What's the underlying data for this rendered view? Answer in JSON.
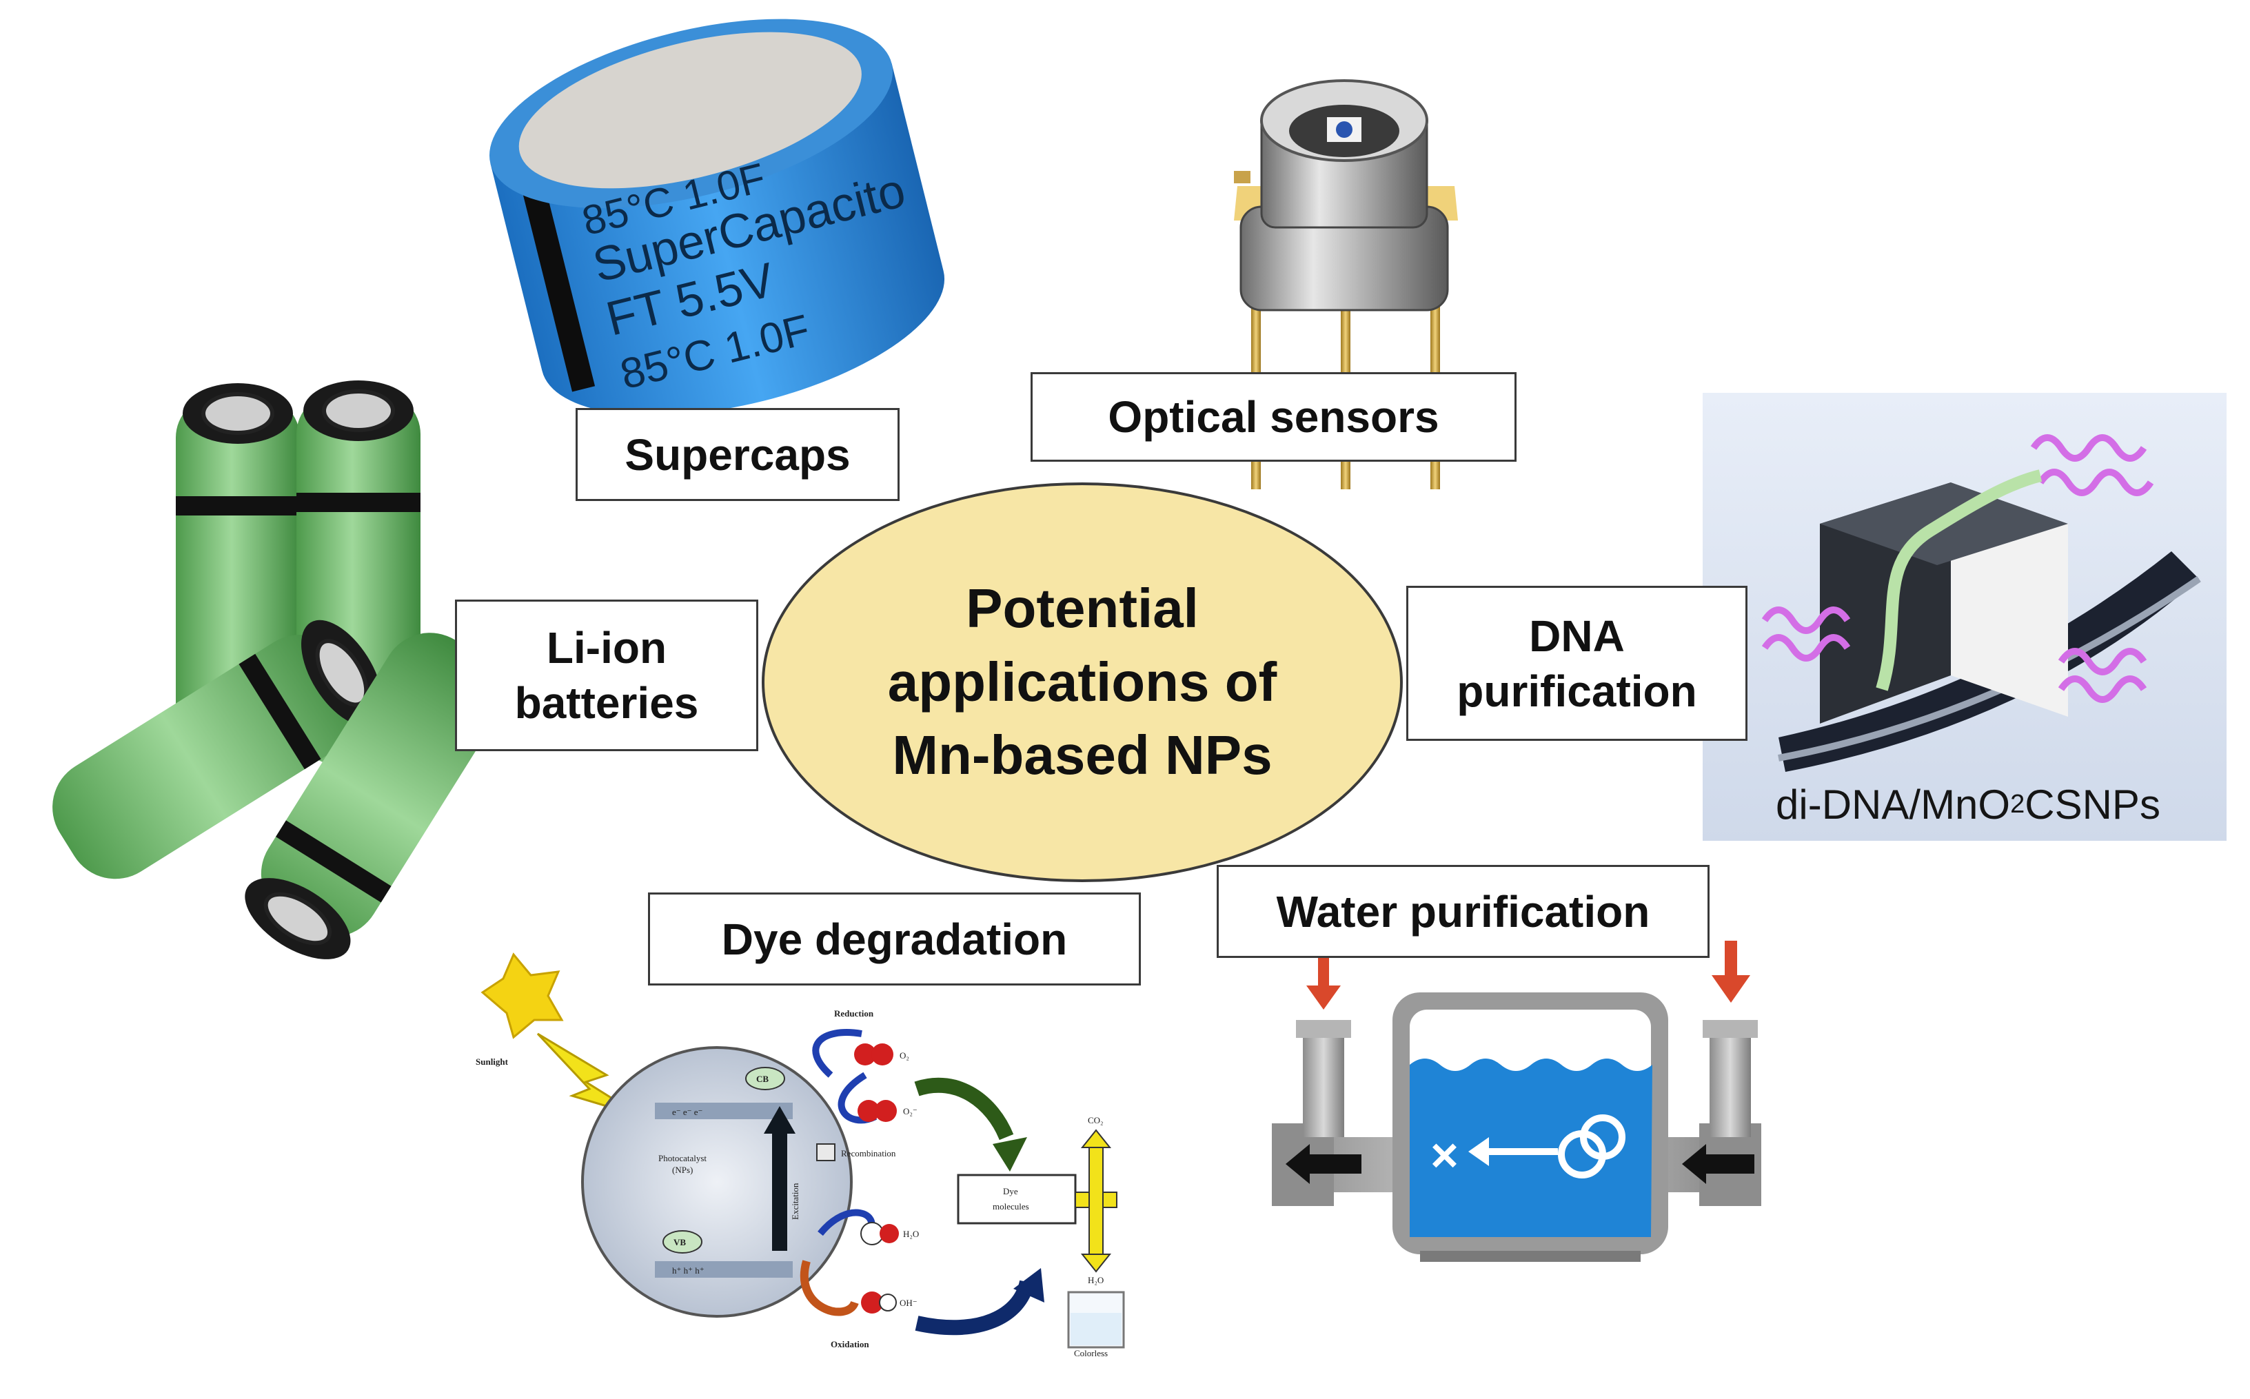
{
  "center": {
    "title": "Potential\napplications of\nMn-based NPs"
  },
  "labels": {
    "supercaps": "Supercaps",
    "optical_sensors": "Optical sensors",
    "li_ion": "Li-ion\nbatteries",
    "dna": "DNA\npurification",
    "dye": "Dye degradation",
    "water": "Water purification"
  },
  "supercapacitor_print": {
    "line1": "85°C 1.0F",
    "line2": "SuperCapacito",
    "line3": "FT 5.5V",
    "line4": "85°C 1.0F"
  },
  "dna_caption": {
    "prefix": "di-DNA/MnO",
    "subscript": "2",
    "suffix": " CSNPs"
  },
  "dye_scheme": {
    "sunlight": "Sunlight",
    "cb": "CB",
    "vb": "VB",
    "photocatalyst_line1": "Photocatalyst",
    "photocatalyst_line2": "(NPs)",
    "excitation": "Excitation",
    "reduction": "Reduction",
    "o2": "O₂",
    "o2_radical": "O₂⁻",
    "recombination": "Recombination",
    "h2o": "H₂O",
    "oh_radical": "OH⁻",
    "oxidation": "Oxidation",
    "dye_molecules_line1": "Dye",
    "dye_molecules_line2": "molecules",
    "co2": "CO₂",
    "h2o_product": "H₂O",
    "colorless": "Colorless",
    "electrons": "e⁻ e⁻ e⁻",
    "holes": "h⁺ h⁺ h⁺"
  },
  "colors": {
    "ellipse_fill": "#f7e6a6",
    "battery_green": "#7fc47a",
    "supercap_blue": "#2f8fe0",
    "water_blue": "#1f84d6",
    "arrow_red": "#d9482b",
    "dna_pink": "#d36ee6"
  },
  "icons": [
    "battery-icon",
    "supercapacitor-icon",
    "optical-sensor-icon",
    "nanoparticle-cube-icon",
    "photocatalysis-scheme",
    "water-filter-icon"
  ]
}
